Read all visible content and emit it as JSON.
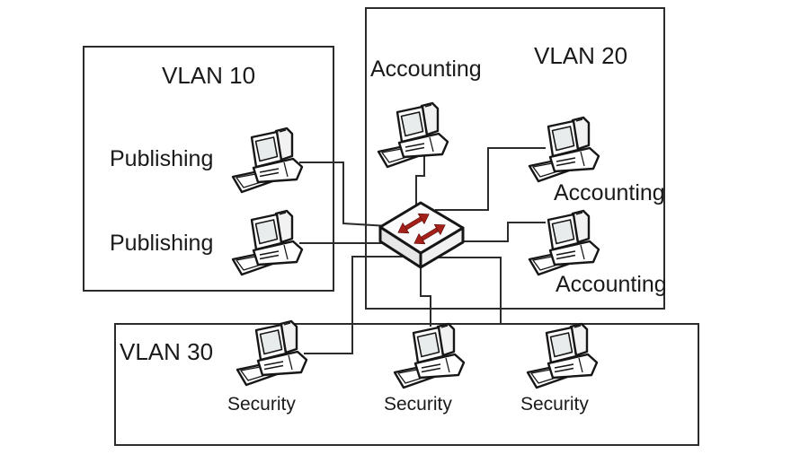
{
  "diagram": {
    "type": "vlan-network-diagram",
    "colors": {
      "background": "#ffffff",
      "box_border": "#2c2c2c",
      "connection_line": "#2c2c2c",
      "text": "#1a1a1a",
      "switch_arrow_red": "#a6201a",
      "device_fill": "#ffffff",
      "device_shade": "#e9e9e9"
    },
    "vlans": [
      {
        "name": "vlan-10",
        "label": "VLAN 10",
        "devices": [
          "Publishing",
          "Publishing"
        ]
      },
      {
        "name": "vlan-20",
        "label": "VLAN 20",
        "devices": [
          "Accounting",
          "Accounting",
          "Accounting"
        ]
      },
      {
        "name": "vlan-30",
        "label": "VLAN 30",
        "devices": [
          "Security",
          "Security",
          "Security"
        ]
      }
    ],
    "central_node": {
      "name": "ethernet-switch",
      "icon": "switch-icon",
      "connections": 8
    },
    "labels": {
      "vlan10": "VLAN 10",
      "vlan20": "VLAN 20",
      "vlan30": "VLAN 30",
      "publishing1": "Publishing",
      "publishing2": "Publishing",
      "accountingTop": "Accounting",
      "accountingR1": "Accounting",
      "accountingR2": "Accounting",
      "security1": "Security",
      "security2": "Security",
      "security3": "Security"
    }
  }
}
